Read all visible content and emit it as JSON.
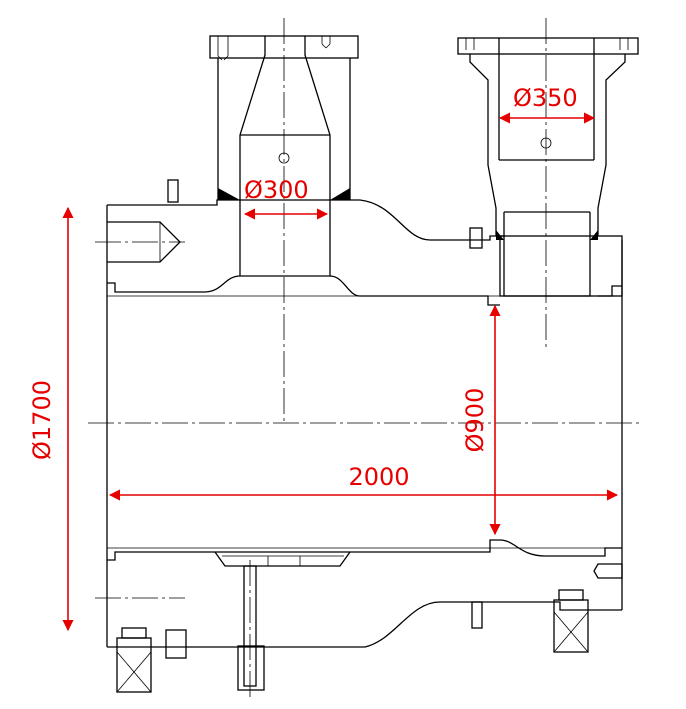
{
  "drawing": {
    "colors": {
      "outline": "#000000",
      "dimension": "#e60000",
      "background": "#ffffff"
    },
    "dimensions": {
      "d300": "Ø300",
      "d350": "Ø350",
      "d1700": "Ø1700",
      "d900": "Ø900",
      "length": "2000"
    }
  }
}
